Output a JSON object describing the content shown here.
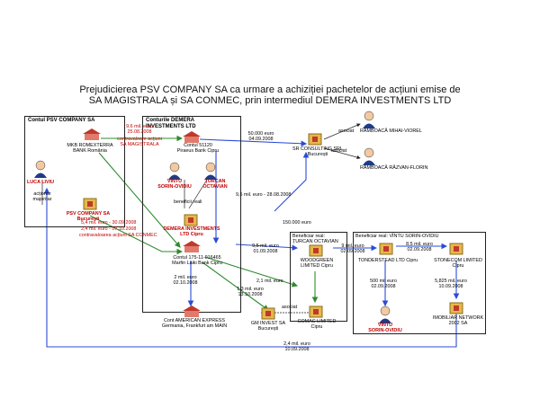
{
  "title": {
    "line1": "Prejudicierea PSV COMPANY SA ca urmare a achiziției pachetelor de acțiuni emise de",
    "line2": "SA MAGISTRALA și SA CONMEC, prin intermediul DEMERA INVESTMENTS LTD"
  },
  "boxes": {
    "psv_account": "Contul PSV COMPANY SA",
    "demera_accounts": "Conturile DEMERA INVESTMENTS LTD",
    "turcan_beneficiary": "Beneficiar real: ȚURCAN OCTAVIAN",
    "vintu_beneficiary": "Beneficiar real: VÎNTU SORIN-OVIDIU"
  },
  "nodes": {
    "bank_mkb": [
      "MKB ROMEXTERRA",
      "BANK România"
    ],
    "luca": "LUCA LIVIU",
    "actionar": [
      "acționar",
      "majoritar"
    ],
    "psv_company": [
      "PSV COMPANY SA",
      "București"
    ],
    "cont_51120": [
      "Contul 51120",
      "Piraeus Bank Cipru"
    ],
    "vintu_left": [
      "VÎNTU",
      "SORIN-OVIDIU"
    ],
    "turcan_left": [
      "ȚURCAN",
      "OCTAVIAN"
    ],
    "beneficii": "beneficii reali",
    "demera_ltd": [
      "DEMERA INVESTMENTS",
      "LTD Cipru"
    ],
    "cont_175": [
      "Contul 175-11-016465",
      "Marfin Laiki Bank Cipru"
    ],
    "cont_amex": [
      "Cont AMERICAN EXPRESS",
      "Germania, Frankfurt am MAIN"
    ],
    "sr_consulting": [
      "SR CONSULTING SRL",
      "București"
    ],
    "rambo_mihai": "RÂMBOACĂ MIHAI-VIOREL",
    "rambo_razvan": "RÂMBOACĂ RĂZVAN-FLORIN",
    "asociat1": "asociat",
    "asociat2": "asociat",
    "asociat3": "asociat",
    "woodgreen": [
      "WOODGREEN",
      "LIMITED Cipru"
    ],
    "tonderstead": "TONDERSTEAD LTD Cipru",
    "stonecom": [
      "STONECOM LIMITED",
      "Cipru"
    ],
    "vintu_bottom": [
      "VÎNTU",
      "SORIN-OVIDIU"
    ],
    "imobiliar": [
      "IMOBILIAR NETWORK",
      "2002 SA"
    ],
    "gm_invest": [
      "GM INVEST SA",
      "București"
    ],
    "comac": [
      "COMAC LIMITED",
      "Cipru"
    ]
  },
  "edges": {
    "e96": [
      "9,6 mil. euro",
      "25.08.2008"
    ],
    "contravaloare1": [
      "contravaloare acțiuni",
      "SA MAGISTRALA"
    ],
    "e50": [
      "50.000 euro",
      "04.09.2008"
    ],
    "e95_28": "9,5 mil. euro - 28.08.2008",
    "e150": "150.000 euro",
    "e54": "5,4 mil. euro - 30.09.2008",
    "e24a": "2,4 mil. euro - 07.10.2008",
    "contravaloare2": "contravaloarea acțiuni SA CONMEC",
    "e2_amex": [
      "2 mil. euro",
      "02.10.2008"
    ],
    "e21": "2,1 mil. euro",
    "e13": [
      "1,3 mil. euro",
      "13.10.2008"
    ],
    "e95_01": [
      "9,5 mil. euro",
      "01.09.2008"
    ],
    "e9_02": [
      "9 mil. euro",
      "02.09.2008"
    ],
    "e85": [
      "8,5 mil. euro",
      "02.09.2008"
    ],
    "e500k": [
      "500 mii euro",
      "02.09.2008"
    ],
    "e5825": [
      "5,825 mil. euro",
      "10.09.2008"
    ],
    "e24b": [
      "2,4 mil. euro",
      "10.09.2008"
    ]
  },
  "colors": {
    "bank_red": "#c0392b",
    "person_blue": "#1f3c88",
    "arrow_green": "#2e8b2e",
    "arrow_blue": "#2a4bd7",
    "text_red": "#c00000"
  }
}
